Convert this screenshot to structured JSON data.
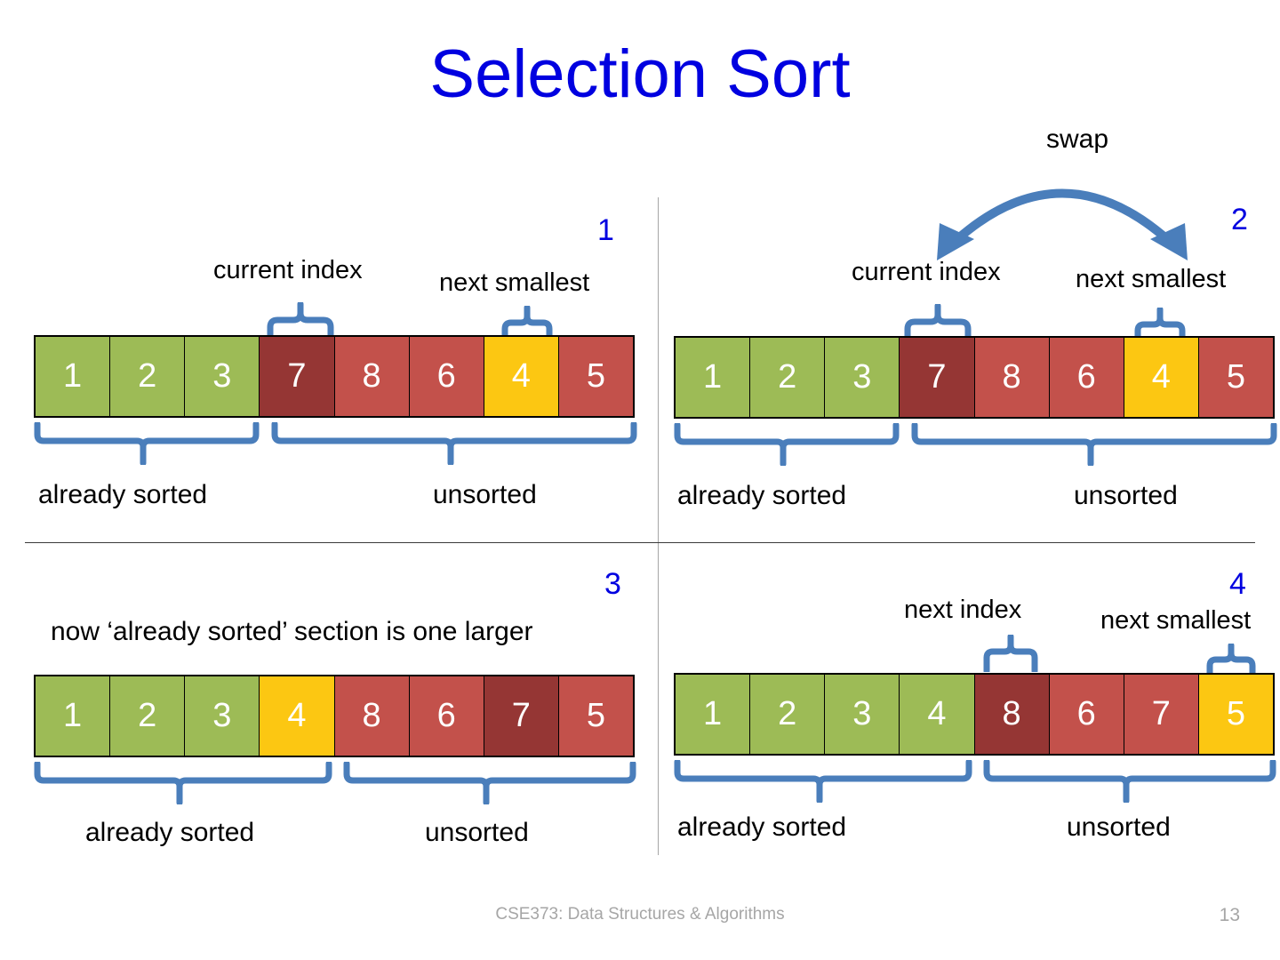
{
  "slide": {
    "title": "Selection Sort",
    "title_color": "#0000E0",
    "footer": {
      "course": "CSE373: Data Structures & Algorithms",
      "page_number": "13"
    }
  },
  "palette": {
    "green_sorted": "#9DBB56",
    "red_unsorted": "#C3514B",
    "darkred_current": "#953634",
    "yellow_smallest": "#FCC712",
    "brace_blue": "#4A7EBB",
    "number_blue": "#0000E0"
  },
  "panels": [
    {
      "number": "1",
      "cells": [
        {
          "value": "1",
          "color": "green"
        },
        {
          "value": "2",
          "color": "green"
        },
        {
          "value": "3",
          "color": "green"
        },
        {
          "value": "7",
          "color": "darkred"
        },
        {
          "value": "8",
          "color": "red"
        },
        {
          "value": "6",
          "color": "red"
        },
        {
          "value": "4",
          "color": "yellow"
        },
        {
          "value": "5",
          "color": "red"
        }
      ],
      "top_labels": [
        {
          "text": "current index",
          "target_index": 3
        },
        {
          "text": "next smallest",
          "target_index": 6
        }
      ],
      "bottom_labels": [
        {
          "text": "already sorted",
          "span": "0-2"
        },
        {
          "text": "unsorted",
          "span": "3-7"
        }
      ]
    },
    {
      "number": "2",
      "swap_label": "swap",
      "cells": [
        {
          "value": "1",
          "color": "green"
        },
        {
          "value": "2",
          "color": "green"
        },
        {
          "value": "3",
          "color": "green"
        },
        {
          "value": "7",
          "color": "darkred"
        },
        {
          "value": "8",
          "color": "red"
        },
        {
          "value": "6",
          "color": "red"
        },
        {
          "value": "4",
          "color": "yellow"
        },
        {
          "value": "5",
          "color": "red"
        }
      ],
      "top_labels": [
        {
          "text": "current index",
          "target_index": 3
        },
        {
          "text": "next smallest",
          "target_index": 6
        }
      ],
      "bottom_labels": [
        {
          "text": "already sorted",
          "span": "0-2"
        },
        {
          "text": "unsorted",
          "span": "3-7"
        }
      ]
    },
    {
      "number": "3",
      "note": "now ‘already sorted’ section is one larger",
      "cells": [
        {
          "value": "1",
          "color": "green"
        },
        {
          "value": "2",
          "color": "green"
        },
        {
          "value": "3",
          "color": "green"
        },
        {
          "value": "4",
          "color": "yellow"
        },
        {
          "value": "8",
          "color": "red"
        },
        {
          "value": "6",
          "color": "red"
        },
        {
          "value": "7",
          "color": "darkred"
        },
        {
          "value": "5",
          "color": "red"
        }
      ],
      "top_labels": [],
      "bottom_labels": [
        {
          "text": "already sorted",
          "span": "0-3"
        },
        {
          "text": "unsorted",
          "span": "4-7"
        }
      ]
    },
    {
      "number": "4",
      "cells": [
        {
          "value": "1",
          "color": "green"
        },
        {
          "value": "2",
          "color": "green"
        },
        {
          "value": "3",
          "color": "green"
        },
        {
          "value": "4",
          "color": "green"
        },
        {
          "value": "8",
          "color": "darkred"
        },
        {
          "value": "6",
          "color": "red"
        },
        {
          "value": "7",
          "color": "red"
        },
        {
          "value": "5",
          "color": "yellow"
        }
      ],
      "top_labels": [
        {
          "text": "next index",
          "target_index": 4
        },
        {
          "text": "next smallest",
          "target_index": 7
        }
      ],
      "bottom_labels": [
        {
          "text": "already sorted",
          "span": "0-3"
        },
        {
          "text": "unsorted",
          "span": "4-7"
        }
      ]
    }
  ]
}
